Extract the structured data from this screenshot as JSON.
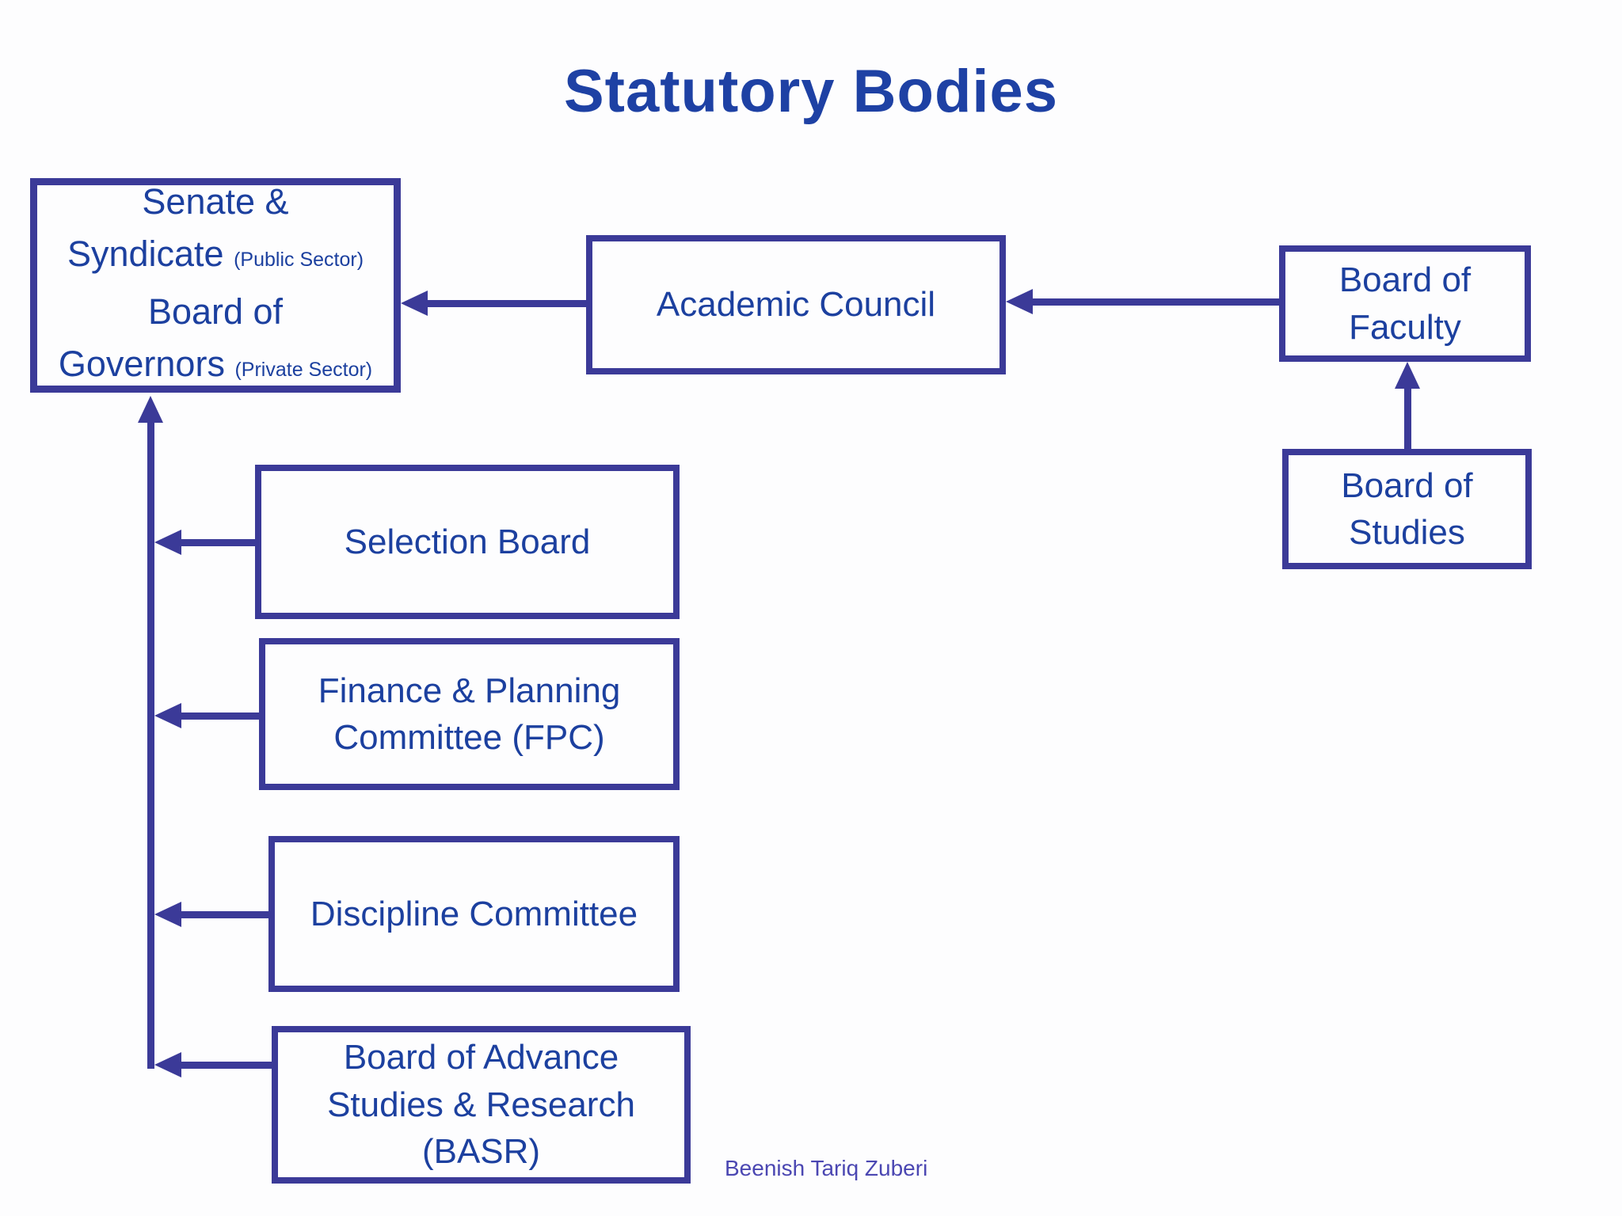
{
  "title": "Statutory Bodies",
  "footer": "Beenish Tariq Zuberi",
  "colors": {
    "background": "#fdfdfe",
    "title_text": "#1e41a4",
    "box_border": "#3b3a98",
    "box_text": "#1c409f",
    "connector": "#3b3a98",
    "footer_text": "#4b47b2"
  },
  "nodes": {
    "senate": {
      "lines": [
        {
          "main": "Senate &"
        },
        {
          "main": "Syndicate",
          "annotation": "(Public Sector)"
        },
        {
          "main": "Board of"
        },
        {
          "main": "Governors",
          "annotation": "(Private Sector)"
        }
      ]
    },
    "academic_council": {
      "label": "Academic Council"
    },
    "board_of_faculty": {
      "label": "Board of Faculty"
    },
    "board_of_studies": {
      "label": "Board of Studies"
    },
    "selection_board": {
      "label": "Selection Board"
    },
    "finance_planning_committee": {
      "label": "Finance & Planning Committee (FPC)"
    },
    "discipline_committee": {
      "label": "Discipline Committee"
    },
    "basr": {
      "label": "Board of Advance Studies & Research (BASR)"
    }
  },
  "edges": [
    {
      "from": "academic_council",
      "to": "senate",
      "direction": "left"
    },
    {
      "from": "board_of_faculty",
      "to": "academic_council",
      "direction": "left"
    },
    {
      "from": "board_of_studies",
      "to": "board_of_faculty",
      "direction": "up"
    },
    {
      "from": "selection_board",
      "to": "senate",
      "direction": "left-then-up"
    },
    {
      "from": "finance_planning_committee",
      "to": "senate",
      "direction": "left-then-up"
    },
    {
      "from": "discipline_committee",
      "to": "senate",
      "direction": "left-then-up"
    },
    {
      "from": "basr",
      "to": "senate",
      "direction": "left-then-up"
    }
  ]
}
